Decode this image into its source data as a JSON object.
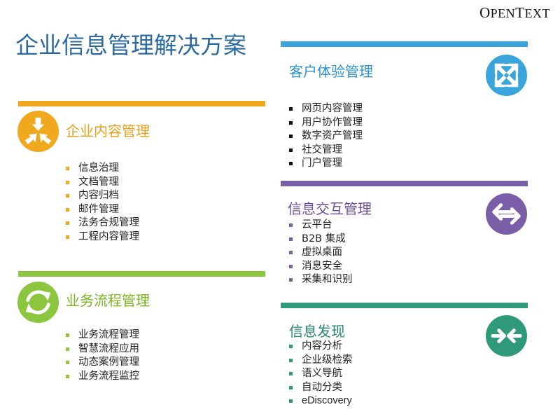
{
  "logo": {
    "text": "OpenText"
  },
  "title": "企业信息管理解决方案",
  "colors": {
    "ecm": "#f0a81f",
    "bpm": "#8cc63f",
    "cem": "#3aa5dc",
    "iem": "#7b5ea8",
    "disc": "#2e9a7a"
  },
  "ecm": {
    "title": "企业内容管理",
    "icon": "converge-arrows-icon",
    "items": [
      "信息治理",
      "文档管理",
      "内容归档",
      "邮件管理",
      "法务合规管理",
      "工程内容管理"
    ]
  },
  "bpm": {
    "title": "业务流程管理",
    "icon": "cycle-arrows-icon",
    "items": [
      "业务流程管理",
      "智慧流程应用",
      "动态案例管理",
      "业务流程监控"
    ]
  },
  "cem": {
    "title": "客户体验管理",
    "icon": "expand-arrows-icon",
    "items": [
      "网页内容管理",
      "用户协作管理",
      "数字资产管理",
      "社交管理",
      "门户管理"
    ]
  },
  "iem": {
    "title": "信息交互管理",
    "icon": "exchange-arrows-icon",
    "items": [
      "云平台",
      "B2B 集成",
      "虚拟桌面",
      "消息安全",
      "采集和识别"
    ]
  },
  "disc": {
    "title": "信息发现",
    "icon": "inward-arrows-icon",
    "items": [
      "内容分析",
      "企业级检索",
      "语义导航",
      "自动分类",
      "eDiscovery"
    ]
  }
}
